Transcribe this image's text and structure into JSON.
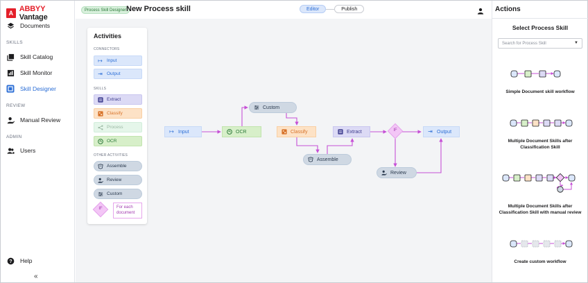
{
  "app": {
    "logo_mark": "A",
    "brand": "ABBYY",
    "product": "Vantage"
  },
  "sidebar": {
    "items": [
      {
        "label": "Documents",
        "icon": "layers-icon"
      },
      {
        "label": "Skill Catalog",
        "icon": "catalog-icon"
      },
      {
        "label": "Skill Monitor",
        "icon": "chart-icon"
      },
      {
        "label": "Skill Designer",
        "icon": "designer-icon",
        "active": true
      },
      {
        "label": "Manual Review",
        "icon": "review-icon"
      },
      {
        "label": "Users",
        "icon": "users-icon"
      },
      {
        "label": "Help",
        "icon": "help-icon"
      }
    ],
    "sections": {
      "skills": "SKILLS",
      "review": "REVIEW",
      "admin": "ADMIN"
    },
    "collapse_glyph": "«"
  },
  "header": {
    "badge": "Process Skill Designer",
    "title": "New Process skill",
    "toggle": {
      "editor": "Editor",
      "publish": "Publish"
    }
  },
  "activities": {
    "title": "Activities",
    "connectors_label": "CONNECTORS",
    "connectors": [
      "Input",
      "Output"
    ],
    "skills_label": "SKILLS",
    "skills": [
      "Extract",
      "Classify",
      "Process",
      "OCR"
    ],
    "other_label": "OTHER ACTIVITIES",
    "other": [
      "Assemble",
      "Review",
      "Custom"
    ],
    "if_label": "IF",
    "foreach_label": "For each document"
  },
  "workflow": {
    "nodes": {
      "input": "Input",
      "ocr": "OCR",
      "custom": "Custom",
      "classify": "Classify",
      "assemble": "Assemble",
      "extract": "Extract",
      "if": "IF",
      "output": "Output",
      "review": "Review"
    }
  },
  "actions": {
    "title": "Actions",
    "select_title": "Select Process Skill",
    "search_placeholder": "Search for Process Skill",
    "templates": [
      {
        "label": "Simple Document skill workflow"
      },
      {
        "label": "Multiple Document Skills after Classification Skill"
      },
      {
        "label": "Multiple Document Skills after Classification Skill with manual review"
      },
      {
        "label": "Create custom workflow"
      }
    ]
  },
  "colors": {
    "accent": "#2d6fd6",
    "connector": "#c64fd6",
    "brand_red": "#e4202a"
  }
}
